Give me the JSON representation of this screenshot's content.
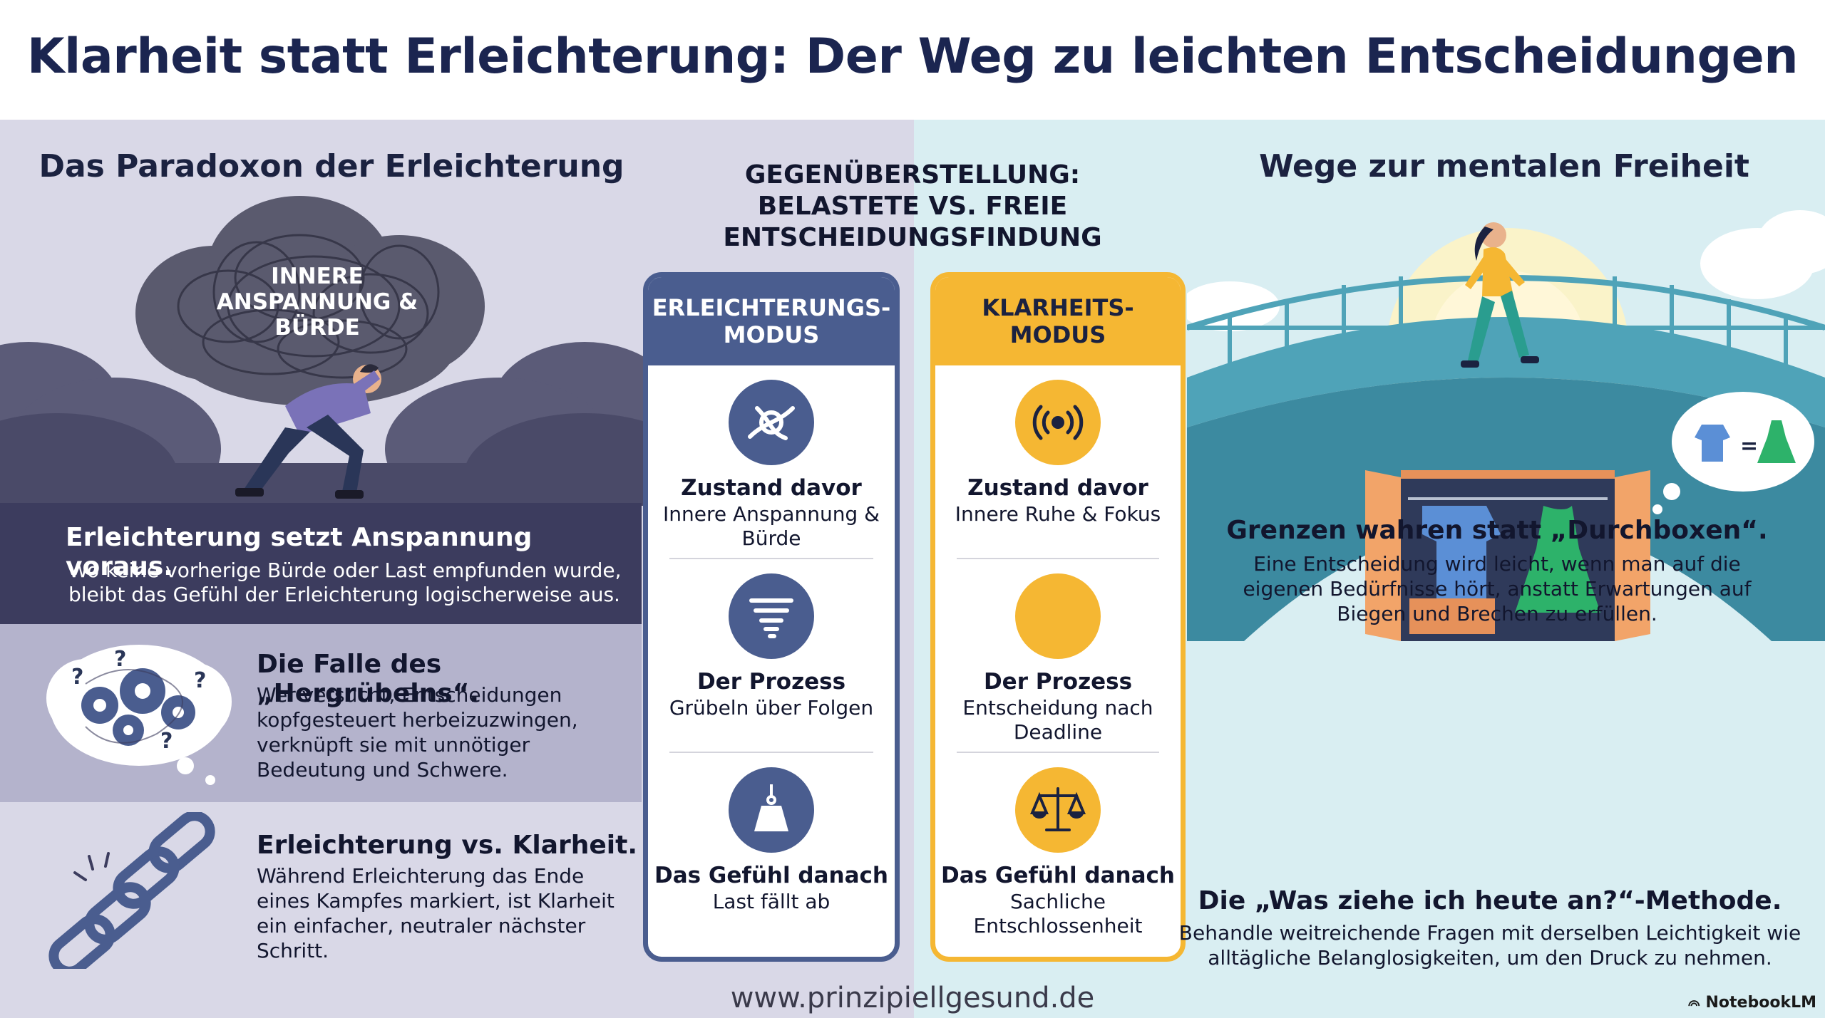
{
  "title": "Klarheit statt Erleichterung: Der Weg zu leichten Entscheidungen",
  "left": {
    "heading": "Das Paradoxon der Erleichterung",
    "storm_label": "INNERE ANSPANNUNG & BÜRDE",
    "band_title": "Erleichterung setzt Anspannung voraus.",
    "band_text": "Wo keine vorherige Bürde oder Last empfunden wurde, bleibt das Gefühl der Erleichterung logischerweise aus.",
    "sections": [
      {
        "title": "Die Falle des „Hergrübelns“.",
        "text": "Wer versucht, Entscheidungen kopfgesteuert herbeizuzwingen, verknüpft sie mit unnötiger Bedeutung und Schwere."
      },
      {
        "title": "Erleichterung vs. Klarheit.",
        "text": "Während Erleichterung das Ende eines Kampfes markiert, ist Klarheit ein einfacher, neutraler nächster Schritt."
      }
    ]
  },
  "center": {
    "heading": "GEGENÜBERSTELLUNG: BELASTETE VS. FREIE ENTSCHEIDUNGSFINDUNG",
    "cards": [
      {
        "header": "ERLEICHTERUNGS-MODUS",
        "rows": [
          {
            "icon": "knot-icon",
            "title": "Zustand davor",
            "text": "Innere Anspannung & Bürde"
          },
          {
            "icon": "tornado-icon",
            "title": "Der Prozess",
            "text": "Grübeln über Folgen"
          },
          {
            "icon": "weight-icon",
            "title": "Das Gefühl danach",
            "text": "Last fällt ab"
          }
        ]
      },
      {
        "header": "KLARHEITS-MODUS",
        "rows": [
          {
            "icon": "calm-waves-icon",
            "title": "Zustand davor",
            "text": "Innere Ruhe & Fokus"
          },
          {
            "icon": "empty-circle-icon",
            "title": "Der Prozess",
            "text": "Entscheidung nach Deadline"
          },
          {
            "icon": "scales-icon",
            "title": "Das Gefühl danach",
            "text": "Sachliche Entschlossenheit"
          }
        ]
      }
    ]
  },
  "right": {
    "heading": "Wege zur mentalen Freiheit",
    "sections": [
      {
        "title": "Grenzen wahren statt „Durchboxen“.",
        "text": "Eine Entscheidung wird leicht, wenn man auf die eigenen Bedürfnisse hört, anstatt Erwartungen auf Biegen und Brechen zu erfüllen."
      },
      {
        "title": "Die „Was ziehe ich heute an?“-Methode.",
        "text": "Behandle weitreichende Fragen mit derselben Leichtigkeit wie alltägliche Belanglosigkeiten, um den Druck zu nehmen."
      }
    ]
  },
  "footer": {
    "url": "www.prinzipiellgesund.de",
    "badge": "NotebookLM"
  },
  "colors": {
    "navy": "#1b2550",
    "relief_blue": "#4a5d8f",
    "clarity_gold": "#f5b733",
    "left_bg": "#d9d8e7",
    "right_bg": "#d9eef2",
    "dark_band": "#3c3c5e"
  }
}
